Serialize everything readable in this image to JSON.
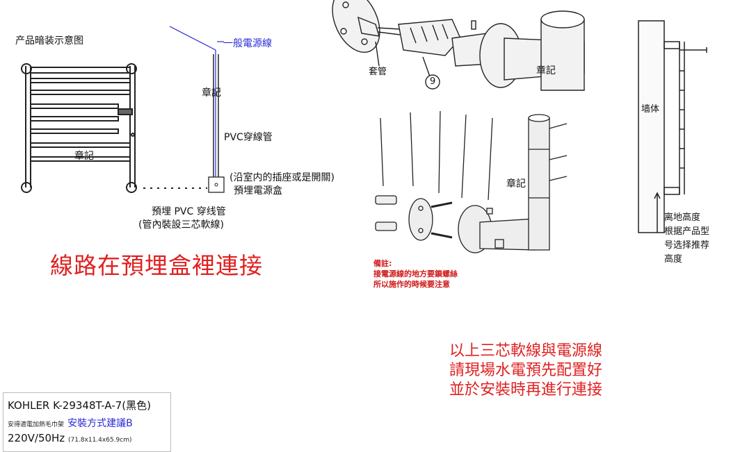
{
  "left_panel": {
    "title": "产品暗装示意图",
    "power_line": "一般電源線",
    "stamp_1": "章記",
    "pvc_conduit": "PVC穿線管",
    "stamp_2": "章記",
    "socket_note": "(沿室内的插座或是開關)",
    "junction_box": "預埋電源盒",
    "embedded_pipe": "預埋 PVC 穿线管",
    "pipe_note": "(管內裝設三芯軟線)",
    "headline": "線路在預埋盒裡連接"
  },
  "middle_panel": {
    "sleeve_label": "套管",
    "part_number": "9",
    "stamp_3": "章記",
    "stamp_4": "章記",
    "note_title": "備註:",
    "note_line1": "接電源線的地方要鎖螺絲",
    "note_line2": "所以施作的時候要注意"
  },
  "right_panel": {
    "wall_label": "墙体",
    "height_line1": "离地高度",
    "height_line2": "根据产品型",
    "height_line3": "号选择推荐",
    "height_line4": "高度"
  },
  "summary": {
    "line1": "以上三芯軟線與電源線",
    "line2": "請現場水電預先配置好",
    "line3": "並於安裝時再進行連接"
  },
  "product": {
    "model": "KOHLER K-29348T-A-7(黑色)",
    "name": "安得適電加熱毛巾架",
    "install_method": "安裝方式建議B",
    "power": "220V/50Hz",
    "dimensions": "(71.8x11.4x65.9cm)"
  },
  "colors": {
    "accent_red": "#e02020",
    "accent_blue": "#2a2ad6",
    "line": "#333333"
  }
}
